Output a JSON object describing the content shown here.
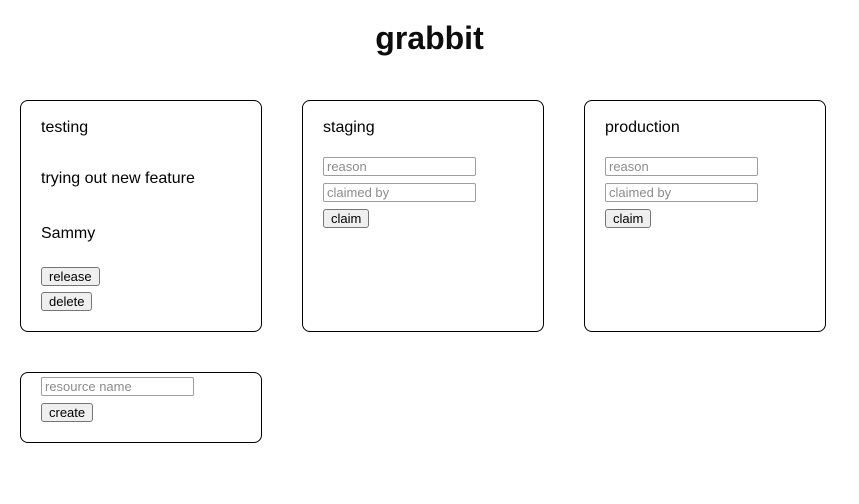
{
  "page": {
    "title": "grabbit"
  },
  "resources": [
    {
      "name": "testing",
      "status": "claimed",
      "reason": "trying out new feature",
      "claimed_by": "Sammy",
      "actions": {
        "release": "release",
        "delete": "delete"
      }
    },
    {
      "name": "staging",
      "status": "available",
      "inputs": {
        "reason_placeholder": "reason",
        "claimed_by_placeholder": "claimed by"
      },
      "actions": {
        "claim": "claim"
      }
    },
    {
      "name": "production",
      "status": "available",
      "inputs": {
        "reason_placeholder": "reason",
        "claimed_by_placeholder": "claimed by"
      },
      "actions": {
        "claim": "claim"
      }
    }
  ],
  "create": {
    "resource_name_placeholder": "resource name",
    "action": "create"
  },
  "colors": {
    "page_background": "#ffffff",
    "card_border": "#000000",
    "text": "#000000",
    "button_background": "#efefef",
    "button_border": "#767676",
    "input_border": "#9e9e9e",
    "placeholder_text": "#8c8c8c"
  }
}
